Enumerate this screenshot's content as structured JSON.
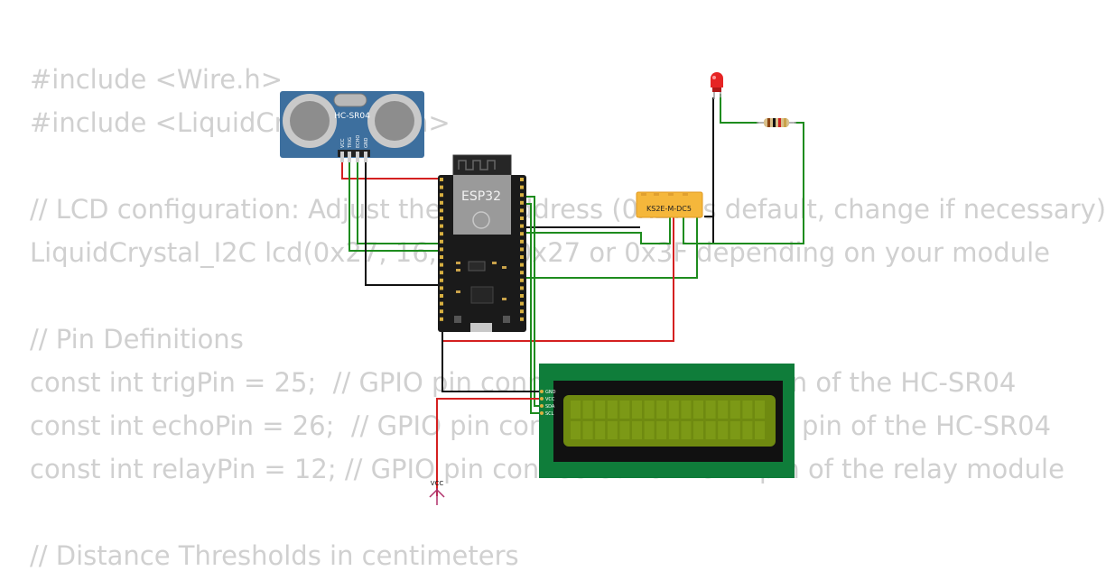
{
  "code": {
    "lines": [
      "#include <Wire.h>",
      "#include <LiquidCrystal_I2C.h>",
      "",
      "// LCD configuration: Adjust the I2C address (0x27 is default, change if necessary)",
      "LiquidCrystal_I2C lcd(0x27, 16, 2); // 0x27 or 0x3F depending on your module",
      "",
      "// Pin Definitions",
      "const int trigPin = 25;  // GPIO pin connected to the Trig pin of the HC-SR04",
      "const int echoPin = 26;  // GPIO pin connected to the Echo pin of the HC-SR04",
      "const int relayPin = 12; // GPIO pin connected to the IN pin of the relay module",
      "",
      "// Distance Thresholds in centimeters"
    ]
  },
  "components": {
    "sensor": {
      "label": "HC-SR04",
      "pins": [
        "VCC",
        "TRIG",
        "ECHO",
        "GND"
      ]
    },
    "esp32": {
      "label": "ESP32"
    },
    "relay": {
      "label": "KS2E-M-DC5"
    },
    "lcd": {
      "pins": [
        "GND",
        "VCC",
        "SDA",
        "SCL"
      ]
    },
    "vcc": {
      "label": "VCC"
    }
  },
  "colors": {
    "code_text": "#d0d0d0",
    "wire_red": "#d42020",
    "wire_green": "#1e8c1e",
    "wire_black": "#111111",
    "sensor_board": "#3d6f9e",
    "esp32_board": "#1a1a1a",
    "relay_body": "#f5b73b",
    "lcd_board": "#0f7d3a",
    "lcd_screen": "#6f8a10",
    "vcc_symbol": "#b0306a"
  }
}
